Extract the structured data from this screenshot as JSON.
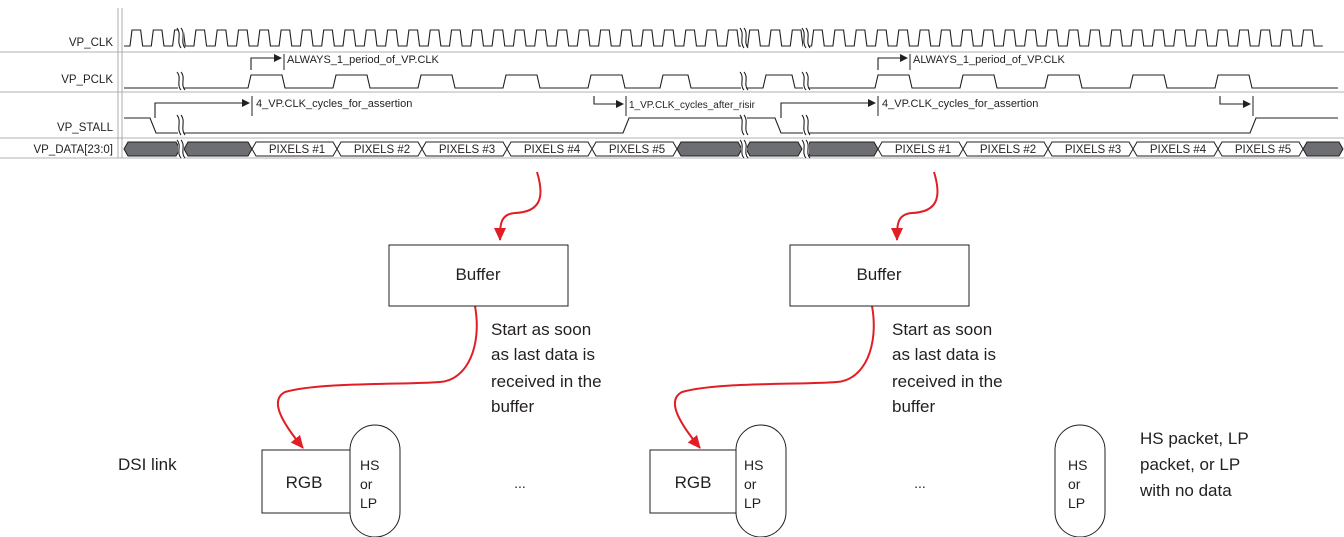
{
  "signals": [
    "VP_CLK",
    "VP_PCLK",
    "VP_STALL",
    "VP_DATA[23:0]"
  ],
  "annotations": {
    "always_period_1": "ALWAYS_1_period_of_VP.CLK",
    "always_period_2": "ALWAYS_1_period_of_VP.CLK",
    "cycles_assertion_1": "4_VP.CLK_cycles_for_assertion",
    "cycles_after_rising": "1_VP.CLK_cycles_after_risir",
    "cycles_assertion_2": "4_VP.CLK_cycles_for_assertion"
  },
  "pixels_group_1": [
    "PIXELS #1",
    "PIXELS #2",
    "PIXELS #3",
    "PIXELS #4",
    "PIXELS #5"
  ],
  "pixels_group_2": [
    "PIXELS #1",
    "PIXELS #2",
    "PIXELS #3",
    "PIXELS #4",
    "PIXELS #5"
  ],
  "buffer_label_1": "Buffer",
  "buffer_label_2": "Buffer",
  "note_1": [
    "Start as soon",
    "as last data is",
    "received in the",
    "buffer"
  ],
  "note_2": [
    "Start as soon",
    "as last data is",
    "received in the",
    "buffer"
  ],
  "dsi_link_label": "DSI link",
  "rgb_label_1": "RGB",
  "rgb_label_2": "RGB",
  "hslp_1": [
    "HS",
    "or",
    "LP"
  ],
  "hslp_2": [
    "HS",
    "or",
    "LP"
  ],
  "hslp_3": [
    "HS",
    "or",
    "LP"
  ],
  "ellipsis_1": "...",
  "ellipsis_2": "...",
  "legend_note": [
    "HS packet, LP",
    "packet, or LP",
    "with no data"
  ],
  "colors": {
    "arrow": "#e11d25",
    "bus_fill": "#6d6e71",
    "line": "#231f20"
  }
}
